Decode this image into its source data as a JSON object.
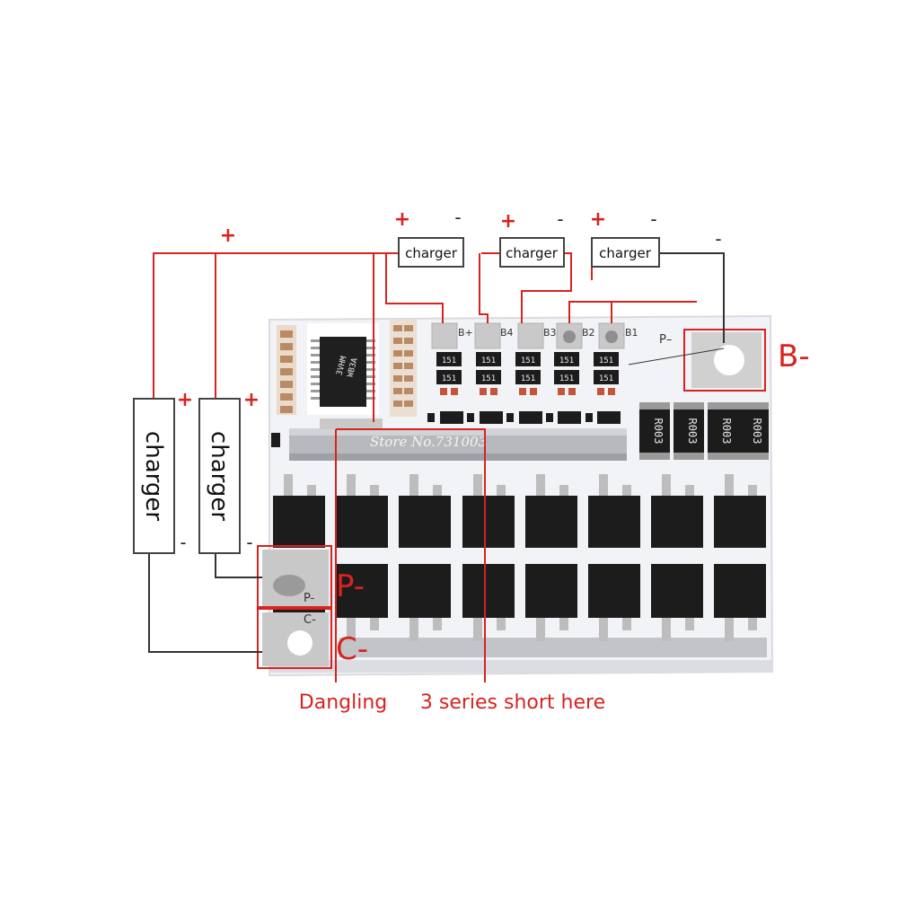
{
  "chargers": [
    {
      "label": "charger",
      "plus": "+",
      "minus": "-"
    },
    {
      "label": "charger",
      "plus": "+",
      "minus": "-"
    },
    {
      "label": "charger",
      "plus": "+",
      "minus": "-"
    },
    {
      "label": "charger",
      "plus": "+",
      "minus": "-"
    },
    {
      "label": "charger",
      "plus": "+",
      "minus": "-"
    }
  ],
  "top_plus": "+",
  "top_minus": "-",
  "pads": {
    "b_plus": "B+",
    "b4": "B4",
    "b3": "B3",
    "b2": "B2",
    "b1": "B1",
    "p_minus_small": "P-",
    "c_minus_small": "C-"
  },
  "callouts": {
    "b_minus": "B-",
    "p_minus": "P-",
    "c_minus": "C-",
    "dangling": "Dangling",
    "series_short": "3 series short here"
  },
  "chip_marks": {
    "resistor": "151",
    "shunt": "R003",
    "ic_line1": "3VHM",
    "ic_line2": "WB3A"
  },
  "watermark": "Store No.731003",
  "colors": {
    "wire_red": "#d8231f",
    "wire_dark": "#333333",
    "board": "#f2f3f6",
    "mosfet": "#1c1c1c",
    "pad": "#c9c9c9"
  }
}
